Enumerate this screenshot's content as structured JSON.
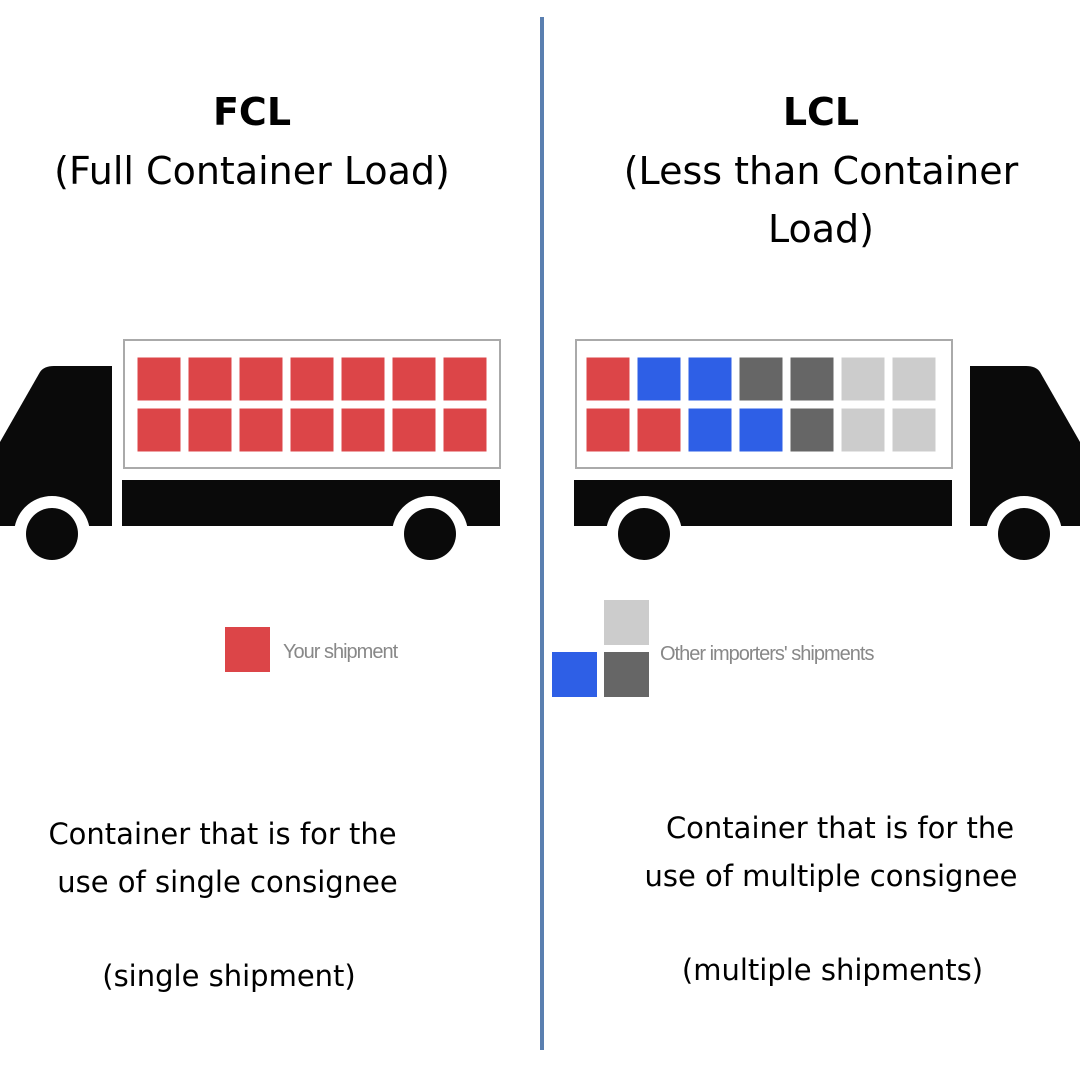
{
  "fcl": {
    "title": "FCL",
    "subtitle": "(Full Container Load)",
    "legend_label": "Your shipment",
    "description_line1": "Container that is for the",
    "description_line2": "use of single consignee",
    "note": "(single shipment)",
    "box_rows": [
      [
        "red",
        "red",
        "red",
        "red",
        "red",
        "red",
        "red"
      ],
      [
        "red",
        "red",
        "red",
        "red",
        "red",
        "red",
        "red"
      ]
    ]
  },
  "lcl": {
    "title": "LCL",
    "subtitle_line1": "(Less than Container",
    "subtitle_line2": "Load)",
    "legend_label": "Other importers' shipments",
    "description_line1": "Container that is for the",
    "description_line2": "use of multiple consignee",
    "note": "(multiple shipments)",
    "box_rows": [
      [
        "red",
        "blue",
        "blue",
        "dark",
        "dark",
        "light",
        "light"
      ],
      [
        "red",
        "red",
        "blue",
        "blue",
        "dark",
        "light",
        "light"
      ]
    ]
  },
  "colors": {
    "red": "#dc4548",
    "blue": "#2e5fe6",
    "dark": "#666666",
    "light": "#cccccc",
    "truck": "#0a0a0a",
    "divider": "#5a7fb0"
  }
}
